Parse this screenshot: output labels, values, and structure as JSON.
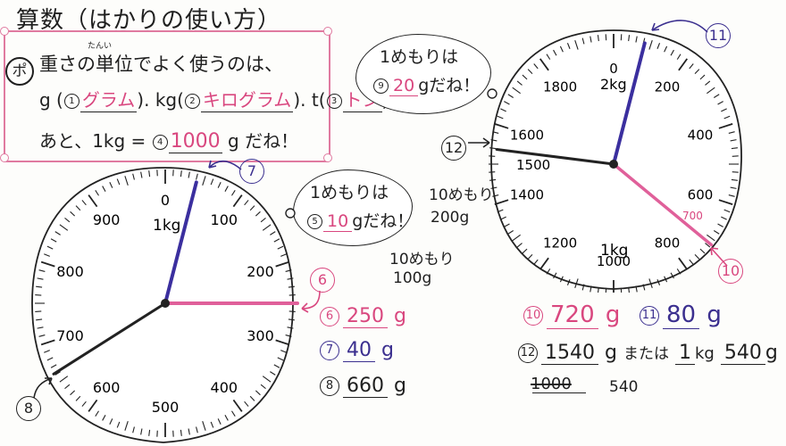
{
  "title": "算数（はかりの使い方）",
  "point": {
    "mark": "ポ",
    "ruby": "たんい",
    "line1": "重さの単位でよく使うのは、",
    "line2": {
      "g": "g",
      "n1": "1",
      "a1": "グラム",
      "sep1": ").",
      "kg": "kg",
      "n2": "2",
      "a2": "キログラム",
      "sep2": ").",
      "t": "t",
      "n3": "3",
      "a3": "トン",
      "end": ")。"
    },
    "line3": {
      "prefix": "あと、1kg =",
      "n4": "4",
      "a4": "1000",
      "suffix": "g だね！"
    }
  },
  "bubble_right": {
    "line1": "1めもりは",
    "n": "9",
    "value": "20",
    "suffix": "gだね！"
  },
  "bubble_left": {
    "line1": "1めもりは",
    "n": "5",
    "value": "10",
    "suffix": "gだね！"
  },
  "notes": {
    "right_scale_10": "10めもり",
    "right_scale_200": "200g",
    "left_scale_10": "10めもり",
    "left_scale_100": "100g"
  },
  "left_scale": {
    "labels": [
      "0",
      "100",
      "200",
      "300",
      "400",
      "500",
      "600",
      "700",
      "800",
      "900"
    ],
    "unit": "1kg",
    "callouts": [
      "7",
      "6",
      "8"
    ],
    "needles": {
      "kg_needle_value": 40,
      "pink_value": 250,
      "black_value": 660
    },
    "colors": {
      "blue": "#3b2f9f",
      "pink": "#e0609a",
      "black": "#222222"
    }
  },
  "right_scale": {
    "labels": [
      "0",
      "200",
      "400",
      "600",
      "800",
      "1000",
      "1200",
      "1400",
      "1600",
      "1800"
    ],
    "inner_labels": [
      "2kg",
      "1kg",
      "1500"
    ],
    "callouts": [
      "11",
      "12",
      "10"
    ],
    "right_label_700": "700",
    "needles": {
      "blue_value": 80,
      "black_value": 1540,
      "pink_value": 720
    }
  },
  "answers_left": [
    {
      "n": "6",
      "value": "250",
      "unit": "g",
      "color": "#d9477f"
    },
    {
      "n": "7",
      "value": "40",
      "unit": "g",
      "color": "#3b2f8f"
    },
    {
      "n": "8",
      "value": "660",
      "unit": "g",
      "color": "#1f1f1f"
    }
  ],
  "answers_right": {
    "a10": {
      "n": "10",
      "value": "720",
      "unit": "g"
    },
    "a11": {
      "n": "11",
      "value": "80",
      "unit": "g"
    },
    "a12": {
      "n": "12",
      "value": "1540",
      "unit": "g",
      "or": "または",
      "kg_value": "1",
      "kg_unit": "kg",
      "g_value": "540",
      "g_unit": "g"
    },
    "work": {
      "struck": "1000",
      "remainder": "540"
    }
  }
}
